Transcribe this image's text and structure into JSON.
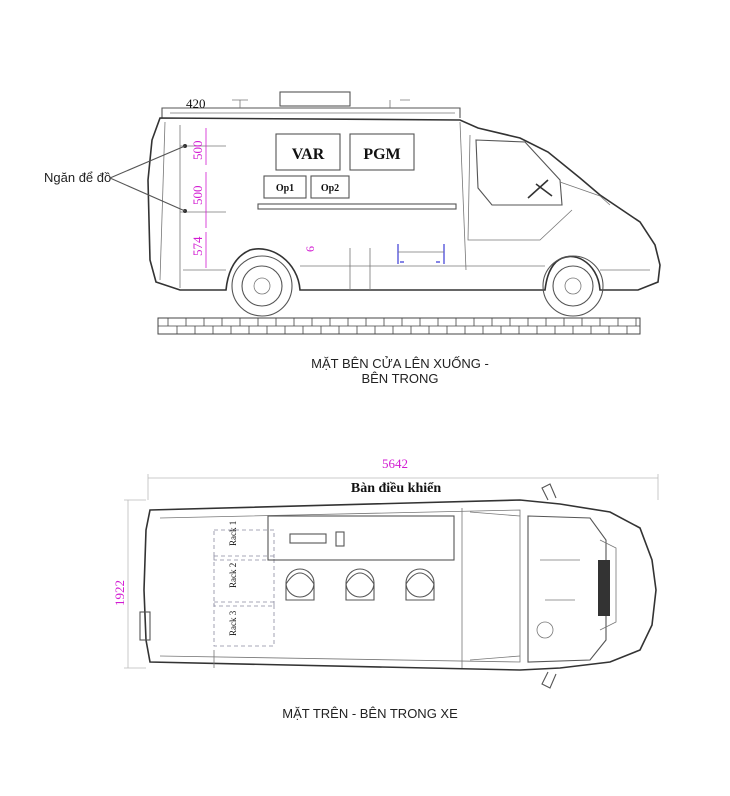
{
  "side_view": {
    "caption_line1": "MẶT BÊN CỬA LÊN XUỐNG -",
    "caption_line2": "BÊN TRONG",
    "dim_roof": "420",
    "dim_upper": "500",
    "dim_middle": "500",
    "dim_lower": "574",
    "dim_small": "6",
    "callout": "Ngăn để đồ",
    "monitor_var": "VAR",
    "monitor_pgm": "PGM",
    "monitor_op1": "Op1",
    "monitor_op2": "Op2"
  },
  "top_view": {
    "caption": "MẶT TRÊN - BÊN TRONG XE",
    "dim_length": "5642",
    "dim_width": "1922",
    "desk_label": "Bàn điều khiển",
    "rack1": "Rack 1",
    "rack2": "Rack 2",
    "rack3": "Rack 3"
  },
  "colors": {
    "dimension": "#d21bd2",
    "outline": "#555555",
    "caption": "#222222"
  }
}
